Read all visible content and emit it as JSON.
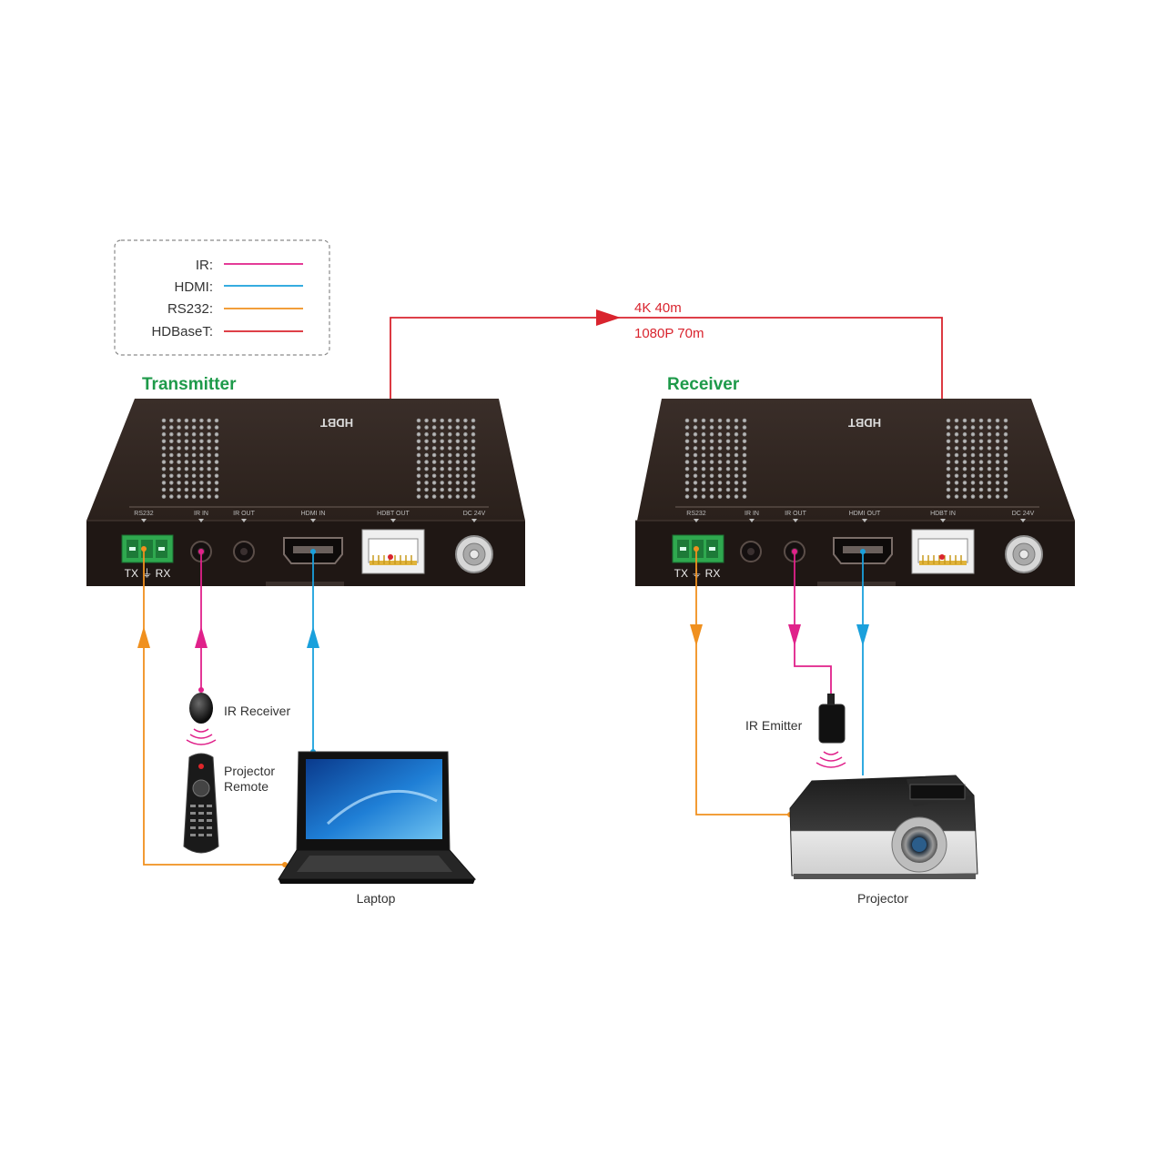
{
  "legend": {
    "items": [
      {
        "label": "IR:",
        "color": "#e0218a"
      },
      {
        "label": "HDMI:",
        "color": "#1aa0dc"
      },
      {
        "label": "RS232:",
        "color": "#f0901e"
      },
      {
        "label": "HDBaseT:",
        "color": "#d9242e"
      }
    ]
  },
  "link": {
    "line1": "4K 40m",
    "line2": "1080P 70m"
  },
  "transmitter": {
    "title": "Transmitter",
    "brand": "HDBT",
    "ports": [
      "RS232",
      "IR IN",
      "IR OUT",
      "HDMI IN",
      "HDBT OUT",
      "DC 24V"
    ],
    "terminal_label": "TX ⏚ RX"
  },
  "receiver": {
    "title": "Receiver",
    "brand": "HDBT",
    "ports": [
      "RS232",
      "IR IN",
      "IR OUT",
      "HDMI OUT",
      "HDBT IN",
      "DC 24V"
    ],
    "terminal_label": "TX ⏚ RX"
  },
  "devices": {
    "ir_receiver": "IR Receiver",
    "projector_remote_1": "Projector",
    "projector_remote_2": "Remote",
    "laptop": "Laptop",
    "ir_emitter": "IR Emitter",
    "projector": "Projector"
  },
  "colors": {
    "device_body": "#2b211c",
    "device_front": "#1f1714",
    "title_green": "#1e9a4a",
    "link_red": "#d9242e"
  }
}
